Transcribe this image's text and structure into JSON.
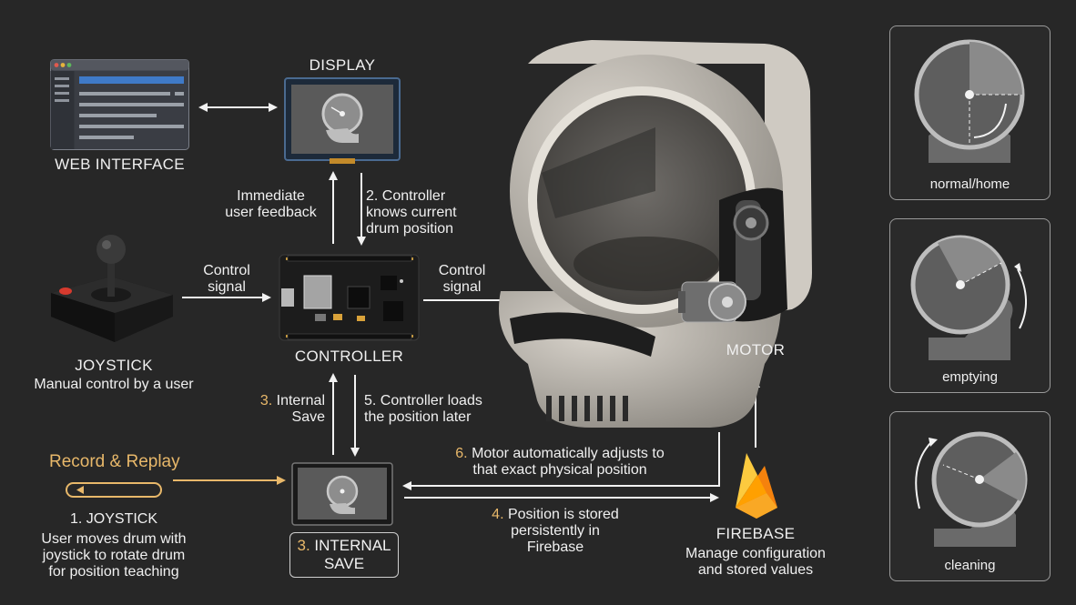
{
  "labels": {
    "display": "DISPLAY",
    "web_interface": "WEB INTERFACE",
    "immediate_feedback": "Immediate\nuser feedback",
    "step2": "2. Controller\nknows current\ndrum position",
    "control_signal_left": "Control\nsignal",
    "control_signal_right": "Control\nsignal",
    "joystick_title": "JOYSTICK",
    "joystick_desc": "Manual control by a user",
    "controller": "CONTROLLER",
    "motor": "MOTOR",
    "step3_num": "3.",
    "step3_text": "Internal\nSave",
    "step5": "5. Controller loads\nthe position later",
    "record_replay": "Record & Replay",
    "step6_num": "6.",
    "step6_text": "Motor automatically adjusts to\nthat exact physical position",
    "step1_num": "1.",
    "step1_title": "JOYSTICK",
    "step1_desc": "User moves drum with\njoystick to rotate drum\nfor position teaching",
    "internal_save_num": "3.",
    "internal_save_text": "INTERNAL\nSAVE",
    "step4_num": "4.",
    "step4_text": "Position is stored\npersistently in\nFirebase",
    "firebase_title": "FIREBASE",
    "firebase_desc": "Manage configuration\nand stored values"
  },
  "panels": [
    {
      "caption": "normal/home"
    },
    {
      "caption": "emptying"
    },
    {
      "caption": "cleaning"
    }
  ],
  "colors": {
    "background": "#272727",
    "accent_gold": "#e8b86a",
    "arrow": "#f2f2f2",
    "firebase_orange": "#f5820d",
    "firebase_yellow": "#fcca3f"
  },
  "icons": [
    "browser-window-icon",
    "display-screen-icon",
    "joystick-icon",
    "controller-board-icon",
    "litter-robot-illustration",
    "motor-icon",
    "firebase-flame-icon",
    "record-replay-loop-icon"
  ]
}
